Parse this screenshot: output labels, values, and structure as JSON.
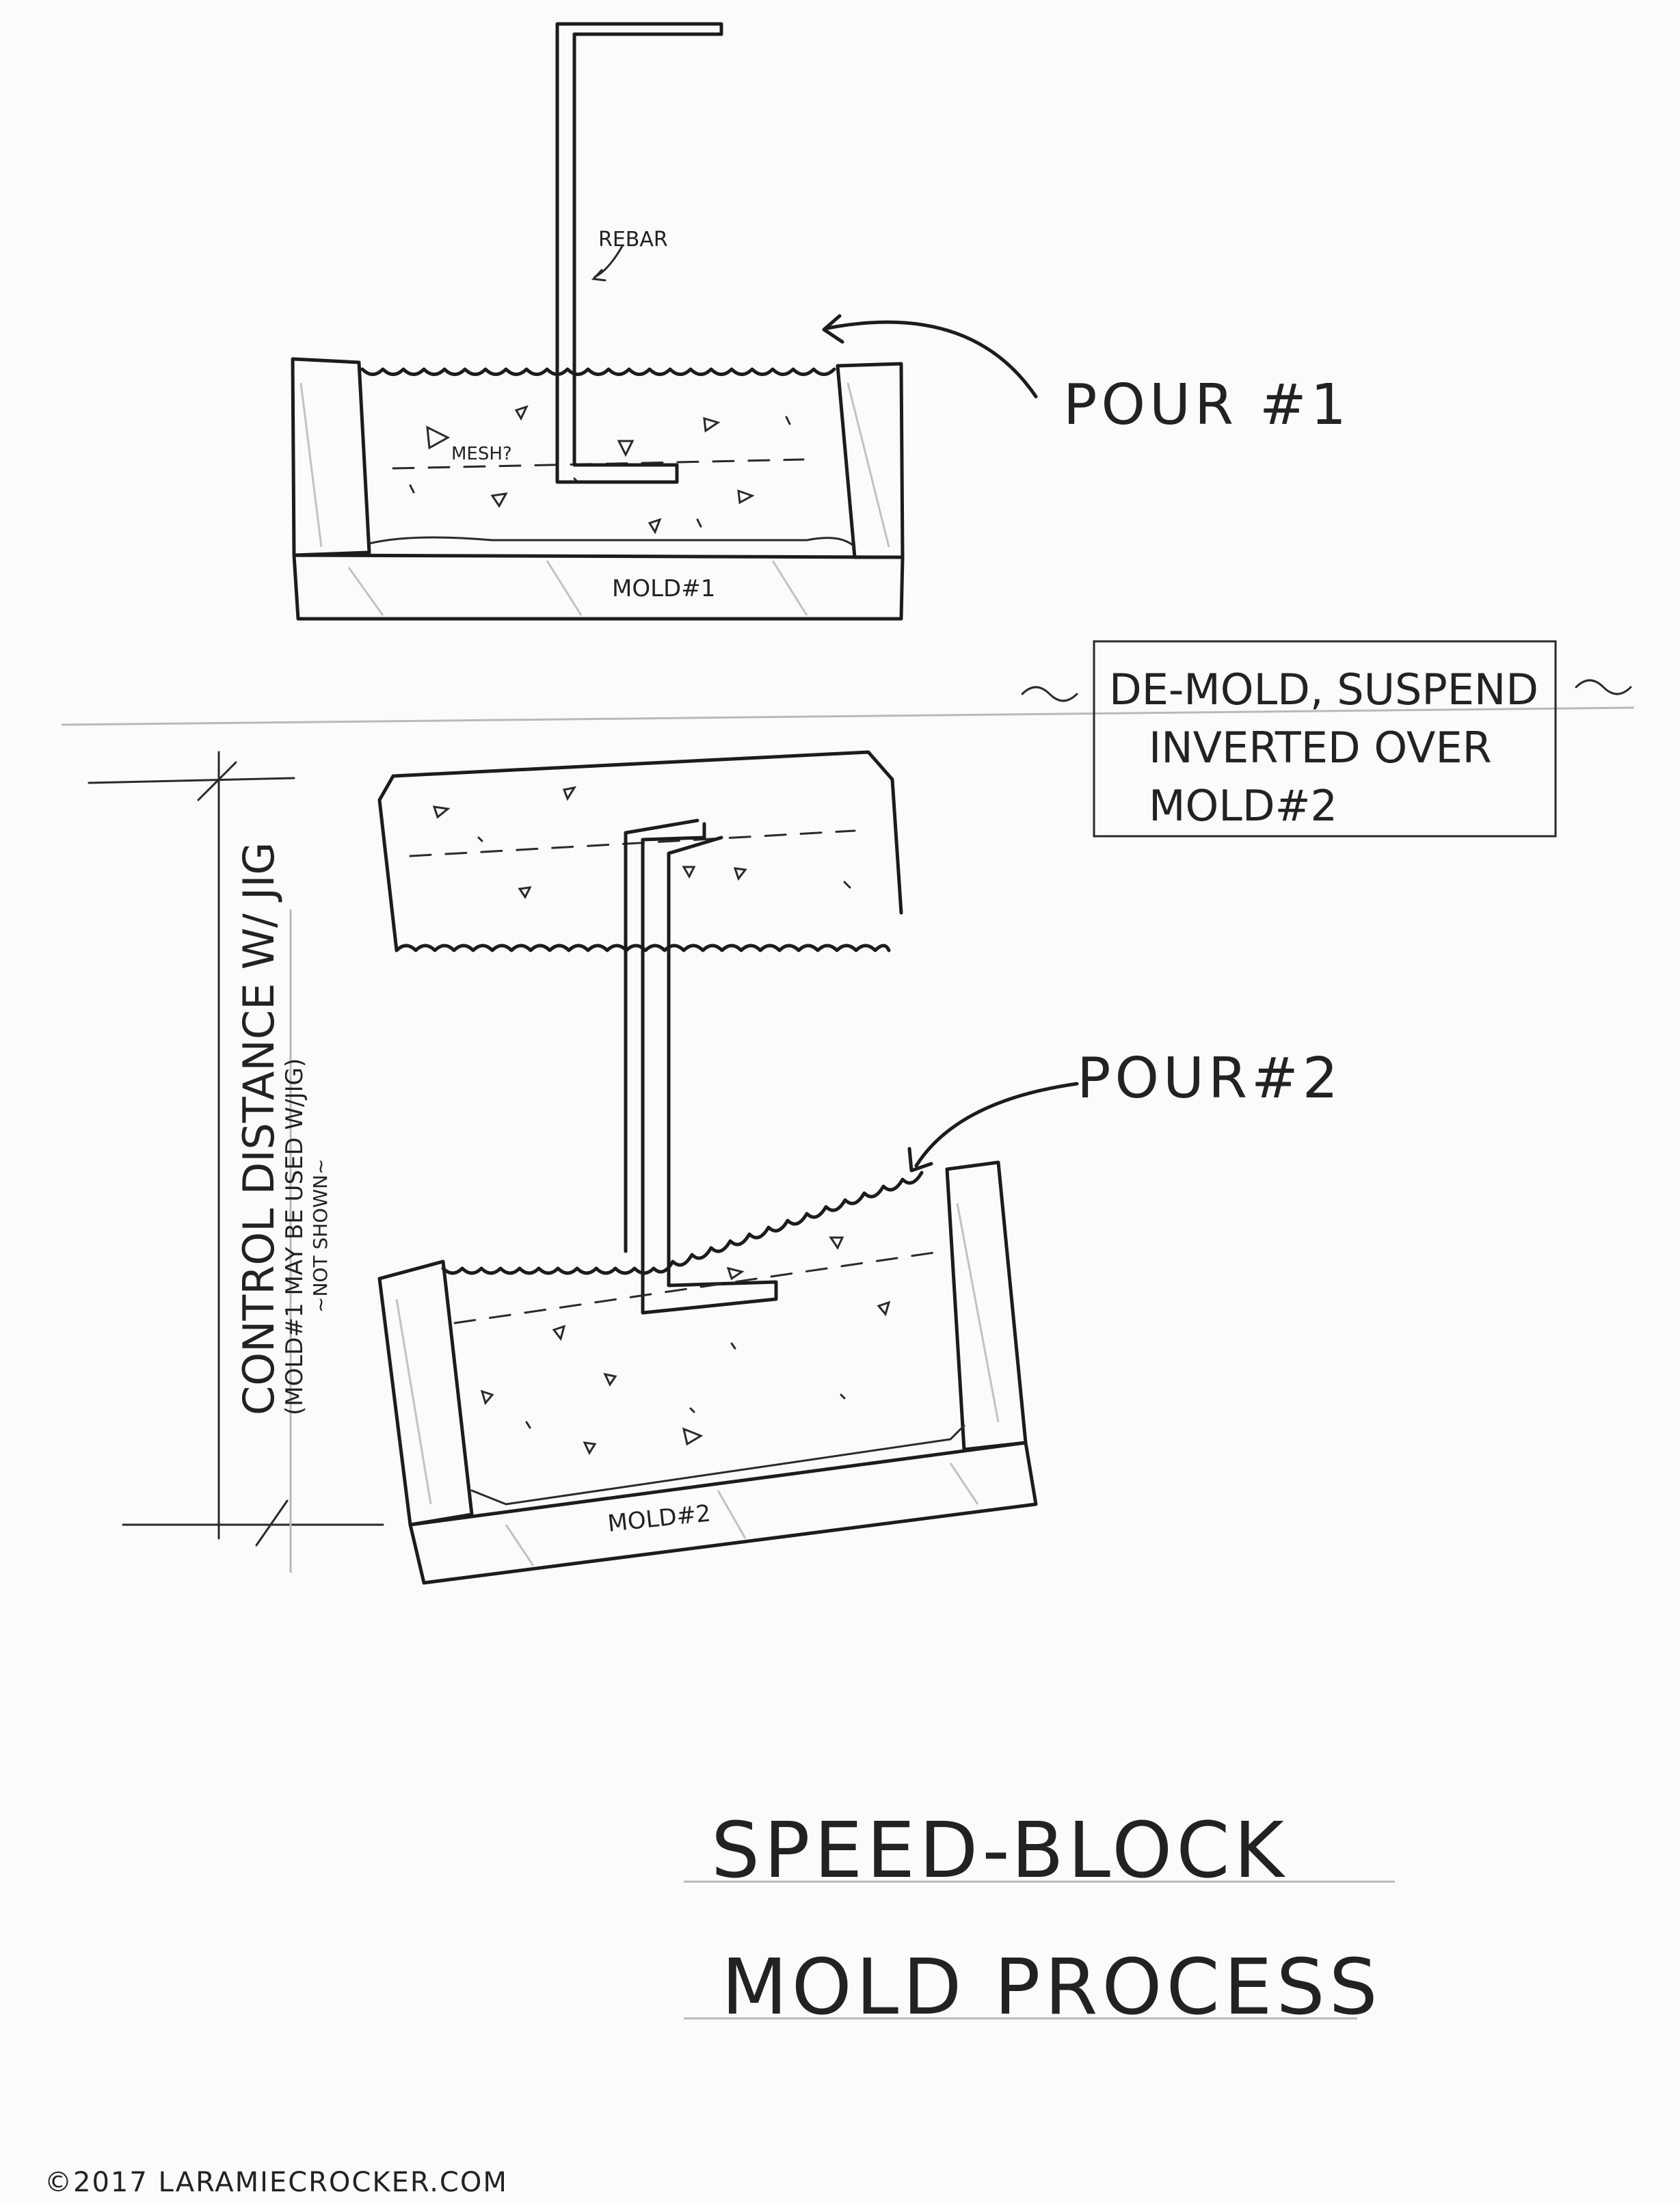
{
  "labels": {
    "rebar": "REBAR",
    "pour1": "POUR #1",
    "mesh": "MESH?",
    "mold1": "MOLD#1",
    "note_line1": "DE-MOLD, SUSPEND",
    "note_line2": "INVERTED OVER",
    "note_line3": "MOLD#2",
    "control_line1": "CONTROL DISTANCE W/ JIG",
    "control_line2": "(MOLD#1 MAY BE USED W/JIG)",
    "control_line3": "~NOT SHOWN~",
    "pour2": "POUR#2",
    "mold2": "MOLD#2",
    "title_line1": "SPEED-BLOCK",
    "title_line2": "MOLD PROCESS",
    "copyright": "©2017 LARAMIECROCKER.COM"
  }
}
